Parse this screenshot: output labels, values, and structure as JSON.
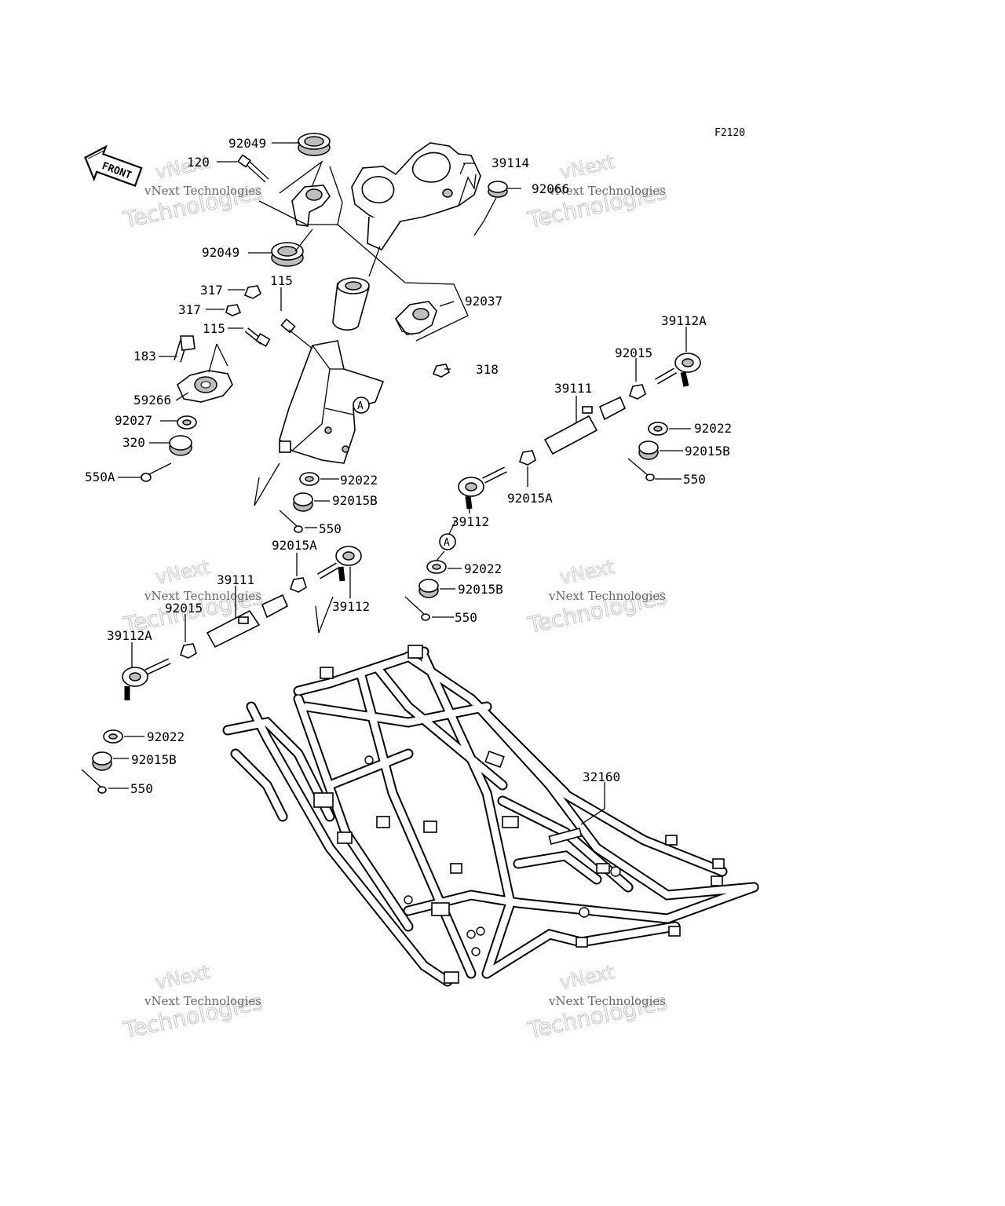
{
  "figure_code": "F2120",
  "front_label": "FRONT",
  "watermark": {
    "line1": "vNext Technologies",
    "line2": "vNext",
    "line3": "Technologies"
  },
  "callouts": [
    {
      "id": "c92049a",
      "text": "92049"
    },
    {
      "id": "c120",
      "text": "120"
    },
    {
      "id": "c39114",
      "text": "39114"
    },
    {
      "id": "c92066",
      "text": "92066"
    },
    {
      "id": "c92049b",
      "text": "92049"
    },
    {
      "id": "c317a",
      "text": "317"
    },
    {
      "id": "c317b",
      "text": "317"
    },
    {
      "id": "c115a",
      "text": "115"
    },
    {
      "id": "c115b",
      "text": "115"
    },
    {
      "id": "c92037",
      "text": "92037"
    },
    {
      "id": "c183",
      "text": "183"
    },
    {
      "id": "c318",
      "text": "318"
    },
    {
      "id": "c59266",
      "text": "59266"
    },
    {
      "id": "c92027",
      "text": "92027"
    },
    {
      "id": "c320",
      "text": "320"
    },
    {
      "id": "c550A",
      "text": "550A"
    },
    {
      "id": "c39112Ar",
      "text": "39112A"
    },
    {
      "id": "c92015r",
      "text": "92015"
    },
    {
      "id": "c39111r",
      "text": "39111"
    },
    {
      "id": "c92022r",
      "text": "92022"
    },
    {
      "id": "c92015Br",
      "text": "92015B"
    },
    {
      "id": "c550r",
      "text": "550"
    },
    {
      "id": "c92022m",
      "text": "92022"
    },
    {
      "id": "c92015Bm",
      "text": "92015B"
    },
    {
      "id": "c550m",
      "text": "550"
    },
    {
      "id": "c39112m",
      "text": "39112"
    },
    {
      "id": "c92015Am",
      "text": "92015A"
    },
    {
      "id": "c92015Al",
      "text": "92015A"
    },
    {
      "id": "c39111l",
      "text": "39111"
    },
    {
      "id": "c92015l",
      "text": "92015"
    },
    {
      "id": "c39112l",
      "text": "39112"
    },
    {
      "id": "c39112Al",
      "text": "39112A"
    },
    {
      "id": "c92022c",
      "text": "92022"
    },
    {
      "id": "c92015Bc",
      "text": "92015B"
    },
    {
      "id": "c550c",
      "text": "550"
    },
    {
      "id": "c92022l",
      "text": "92022"
    },
    {
      "id": "c92015Bl",
      "text": "92015B"
    },
    {
      "id": "c550l",
      "text": "550"
    },
    {
      "id": "c32160",
      "text": "32160"
    }
  ],
  "reference_marks": [
    "A",
    "A"
  ]
}
